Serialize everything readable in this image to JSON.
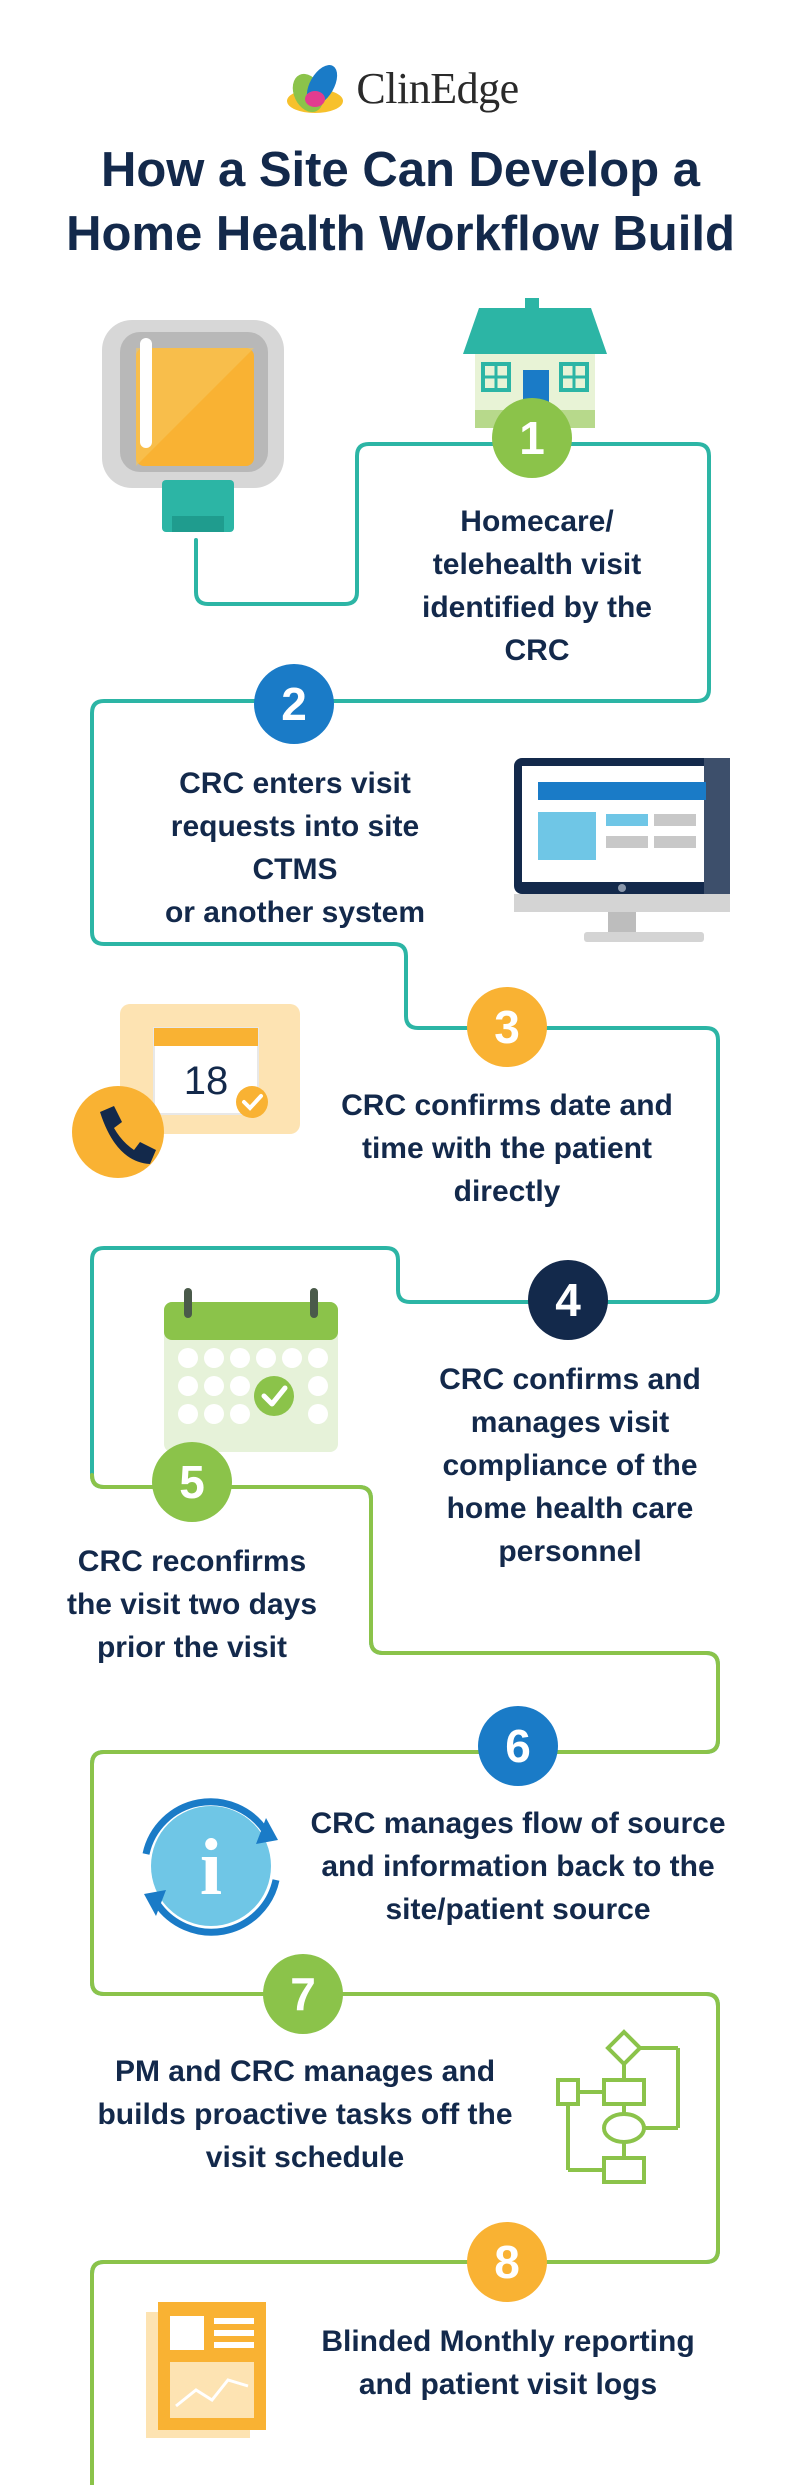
{
  "brand": {
    "name": "ClinEdge"
  },
  "title": {
    "line1": "How a Site Can Develop a",
    "line2": "Home Health Workflow Build"
  },
  "colors": {
    "navy": "#13294b",
    "green": "#8bc34a",
    "teal": "#2cb5a5",
    "blue": "#1a7bc7",
    "orange": "#f9b233"
  },
  "steps": [
    {
      "number": "1",
      "color": "green",
      "icon": "house-icon",
      "lines": [
        "Homecare/",
        "telehealth visit",
        "identified by the",
        "CRC"
      ]
    },
    {
      "number": "2",
      "color": "blue",
      "icon": "monitor-icon",
      "lines": [
        "CRC enters visit",
        "requests into site CTMS",
        "or another system"
      ]
    },
    {
      "number": "3",
      "color": "orange",
      "icon": "phone-calendar-icon",
      "lines": [
        "CRC confirms date and",
        "time with the patient",
        "directly"
      ]
    },
    {
      "number": "4",
      "color": "navy",
      "icon": "calendar-check-icon",
      "lines": [
        "CRC confirms and",
        "manages visit",
        "compliance of the",
        "home health care",
        "personnel"
      ]
    },
    {
      "number": "5",
      "color": "green",
      "icon": "",
      "lines": [
        "CRC reconfirms",
        "the visit two days",
        "prior the visit"
      ]
    },
    {
      "number": "6",
      "color": "blue",
      "icon": "info-cycle-icon",
      "lines": [
        "CRC manages flow of source",
        "and information back to the",
        "site/patient source"
      ]
    },
    {
      "number": "7",
      "color": "green",
      "icon": "flowchart-icon",
      "lines": [
        "PM and CRC manages and",
        "builds proactive tasks off the",
        "visit schedule"
      ]
    },
    {
      "number": "8",
      "color": "orange",
      "icon": "report-icon",
      "lines": [
        "Blinded Monthly reporting",
        "and patient visit logs"
      ]
    }
  ],
  "calendar_day": "18",
  "icons": {
    "logo": "clinedge-logo-icon",
    "iv_bag": "iv-bag-icon",
    "info_glyph": "i"
  }
}
